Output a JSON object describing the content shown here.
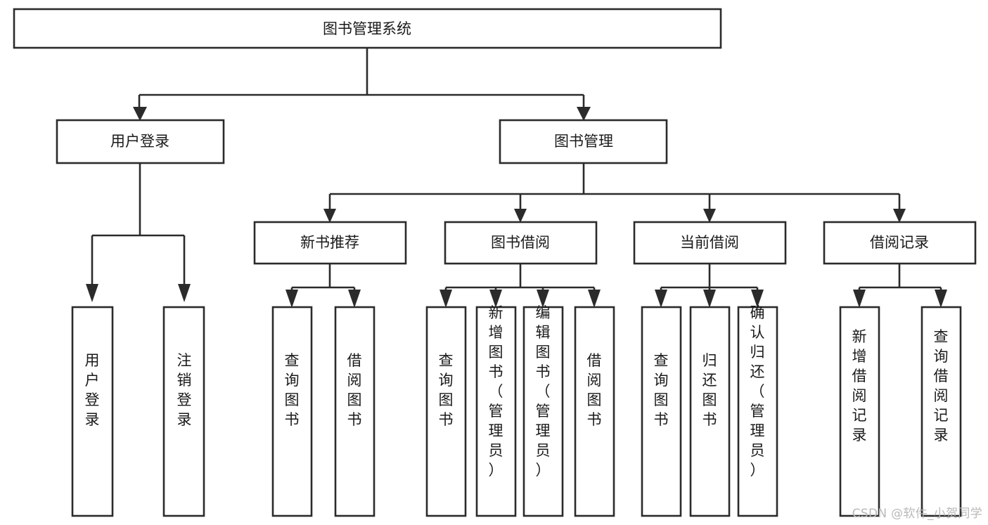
{
  "diagram": {
    "type": "tree-hierarchy-chart",
    "title": "图书管理系统",
    "background_color": "#ffffff",
    "box_stroke_color": "#2b2b2b",
    "box_fill_color": "#ffffff",
    "text_color": "#1a1a1a",
    "levels": [
      {
        "level": 1,
        "nodes": [
          {
            "id": "root",
            "label": "图书管理系统",
            "orientation": "horizontal"
          }
        ]
      },
      {
        "level": 2,
        "nodes": [
          {
            "id": "login",
            "label": "用户登录",
            "orientation": "horizontal",
            "parent": "root"
          },
          {
            "id": "bookmgmt",
            "label": "图书管理",
            "orientation": "horizontal",
            "parent": "root"
          }
        ]
      },
      {
        "level": 3,
        "nodes": [
          {
            "id": "newbook",
            "label": "新书推荐",
            "orientation": "horizontal",
            "parent": "bookmgmt"
          },
          {
            "id": "borrow",
            "label": "图书借阅",
            "orientation": "horizontal",
            "parent": "bookmgmt"
          },
          {
            "id": "current",
            "label": "当前借阅",
            "orientation": "horizontal",
            "parent": "bookmgmt"
          },
          {
            "id": "records",
            "label": "借阅记录",
            "orientation": "horizontal",
            "parent": "bookmgmt"
          }
        ]
      },
      {
        "level": 4,
        "nodes": [
          {
            "id": "leaf1",
            "label": "用户登录",
            "orientation": "vertical",
            "parent": "login"
          },
          {
            "id": "leaf2",
            "label": "注销登录",
            "orientation": "vertical",
            "parent": "login"
          },
          {
            "id": "leaf3",
            "label": "查询图书",
            "orientation": "vertical",
            "parent": "newbook"
          },
          {
            "id": "leaf4",
            "label": "借阅图书",
            "orientation": "vertical",
            "parent": "newbook"
          },
          {
            "id": "leaf5",
            "label": "查询图书",
            "orientation": "vertical",
            "parent": "borrow"
          },
          {
            "id": "leaf6",
            "label": "新增图书（管理员）",
            "orientation": "vertical",
            "parent": "borrow"
          },
          {
            "id": "leaf7",
            "label": "编辑图书（管理员）",
            "orientation": "vertical",
            "parent": "borrow"
          },
          {
            "id": "leaf8",
            "label": "借阅图书",
            "orientation": "vertical",
            "parent": "borrow"
          },
          {
            "id": "leaf9",
            "label": "查询图书",
            "orientation": "vertical",
            "parent": "current"
          },
          {
            "id": "leaf10",
            "label": "归还图书",
            "orientation": "vertical",
            "parent": "current"
          },
          {
            "id": "leaf11",
            "label": "确认归还（管理员）",
            "orientation": "vertical",
            "parent": "current"
          },
          {
            "id": "leaf12",
            "label": "新增借阅记录",
            "orientation": "vertical",
            "parent": "records"
          },
          {
            "id": "leaf13",
            "label": "查询借阅记录",
            "orientation": "vertical",
            "parent": "records"
          }
        ]
      }
    ]
  },
  "watermark": {
    "text": "CSDN @软件_小贺同学"
  }
}
